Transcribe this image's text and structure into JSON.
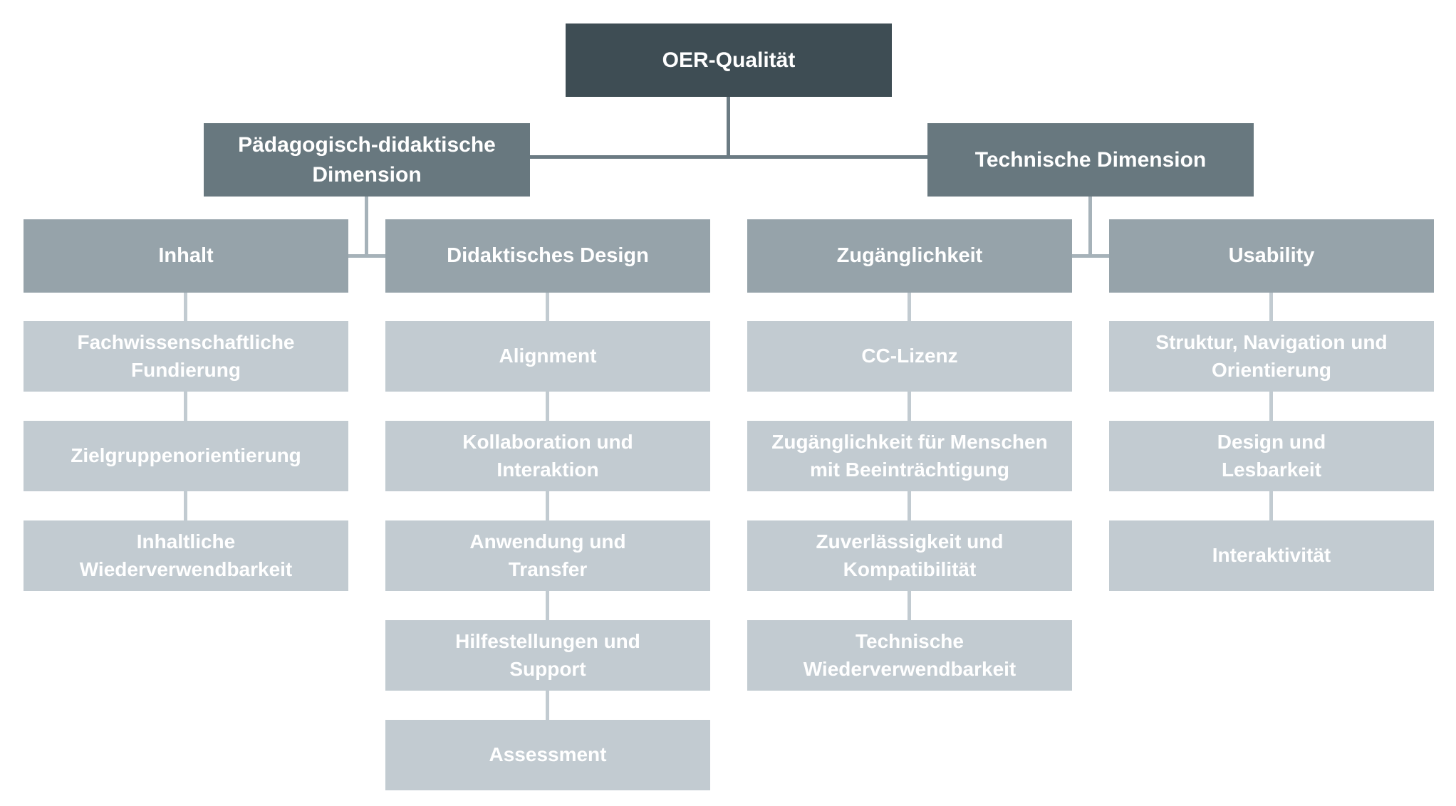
{
  "root": {
    "label": "OER-Qualität"
  },
  "branches": [
    {
      "label": "Pädagogisch-didaktische\nDimension",
      "columns": [
        {
          "header": "Inhalt",
          "items": [
            "Fachwissenschaftliche\nFundierung",
            "Zielgruppenorientierung",
            "Inhaltliche\nWiederverwendbarkeit"
          ]
        },
        {
          "header": "Didaktisches Design",
          "items": [
            "Alignment",
            "Kollaboration und\nInteraktion",
            "Anwendung und\nTransfer",
            "Hilfestellungen und\nSupport",
            "Assessment"
          ]
        }
      ]
    },
    {
      "label": "Technische Dimension",
      "columns": [
        {
          "header": "Zugänglichkeit",
          "items": [
            "CC-Lizenz",
            "Zugänglichkeit für Menschen\nmit Beeinträchtigung",
            "Zuverlässigkeit und\nKompatibilität",
            "Technische\nWiederverwendbarkeit"
          ]
        },
        {
          "header": "Usability",
          "items": [
            "Struktur, Navigation und\nOrientierung",
            "Design und\nLesbarkeit",
            "Interaktivität"
          ]
        }
      ]
    }
  ],
  "colors": {
    "root_box": "#3e4d54",
    "dimension_box": "#68787f",
    "category_box": "#96a3aa",
    "item_box": "#c2cbd1",
    "connector_dark": "#6b7b83",
    "connector_mid": "#a6b2b9",
    "connector_light": "#c2cbd1",
    "text": "#ffffff",
    "background": "#ffffff"
  }
}
